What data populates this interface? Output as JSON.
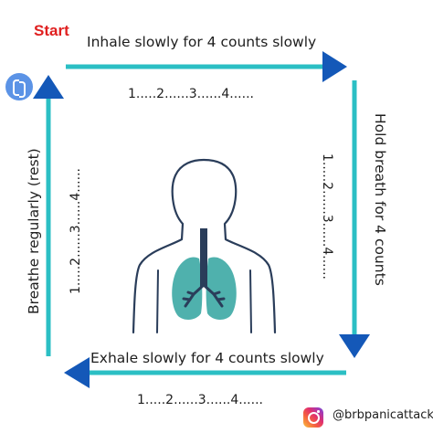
{
  "start_label": "Start",
  "steps": {
    "top": {
      "label": "Inhale slowly for 4 counts slowly",
      "count": "1.....2......3......4......"
    },
    "right": {
      "label": "Hold breath for 4 counts",
      "count": "1.....2......3......4......"
    },
    "bottom": {
      "label": "Exhale slowly for 4 counts slowly",
      "count": "1.....2......3......4......"
    },
    "left": {
      "label": "Breathe regularly (rest)",
      "count": "1.....2......3......4......"
    }
  },
  "footer": {
    "handle": "@brbpanicattack",
    "icon": "instagram-icon"
  },
  "icons": {
    "corner_badge": "loop-icon",
    "figure": "body-lungs-illustration"
  },
  "colors": {
    "arrow_line": "#2bbfc4",
    "arrow_head": "#1458b8",
    "start_text": "#e02020",
    "lungs": "#4fb1ad",
    "figure_outline": "#2a3d5a",
    "badge": "#5b93e6"
  }
}
